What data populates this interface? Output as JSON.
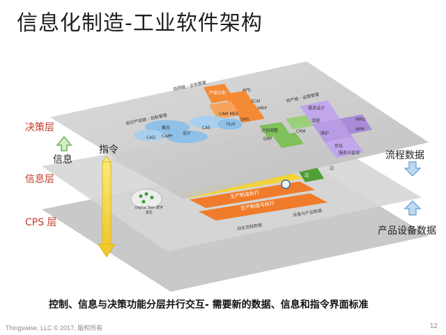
{
  "title": "信息化制造-工业软件架构",
  "layers": {
    "decision": "决策层",
    "info": "信息层",
    "cps": "CPS 层"
  },
  "flows": {
    "info_up": "信息",
    "command_down": "指令",
    "process_data": "流程数据",
    "device_data": "产品设备数据"
  },
  "top_layer": {
    "groups": {
      "collaboration": "协同链 - 业务管理",
      "knowledge": "知识产权链 - 创新管理",
      "asset": "资产链 - 运营管理"
    },
    "nodes": {
      "product_plan": "产品计划",
      "aps": "APS",
      "scm": "SCM",
      "mrp": "MRP",
      "cam_mes": "CAM MES",
      "qms": "QMS",
      "concept": "概念",
      "design": "设计",
      "capp": "CAPP",
      "cae": "CAE",
      "cad": "CAD",
      "plm": "PLM",
      "plan_manage": "计划调整",
      "drp": "DRP",
      "crm": "CRM",
      "demand_design": "需求设计",
      "process": "流程",
      "maintain": "维护",
      "mro": "MRO",
      "apm": "APM",
      "optimize": "优化",
      "service": "服务与监测"
    }
  },
  "middle_layer": {
    "bar1": "生产制造执行",
    "bar2": "生产制造与执行",
    "label_left": "动态流程数据",
    "label_right": "设备与产品数据",
    "green_label": "边",
    "side_label": "边"
  },
  "cps_layer": {
    "digital_twin": "Digital Twin 数字孪生"
  },
  "caption": "控制、信息与决策功能分层并行交互- 需要新的数据、信息和指令界面标准",
  "footer": "Thingswise, LLC © 2017, 版权所有",
  "page_number": "12",
  "colors": {
    "plane_top": "#c9c9c9",
    "plane_mid": "#d3d3d3",
    "plane_bottom": "#c2c2c2",
    "orange": "#f07b2a",
    "yellow": "#f4e04a",
    "green": "#5aaa3a",
    "blue_node": "#8fc1e8",
    "purple_node": "#b79be3",
    "layer_label": "#c0392b",
    "arrow_green": "#6ab04c",
    "arrow_blue": "#5b9bd5"
  }
}
